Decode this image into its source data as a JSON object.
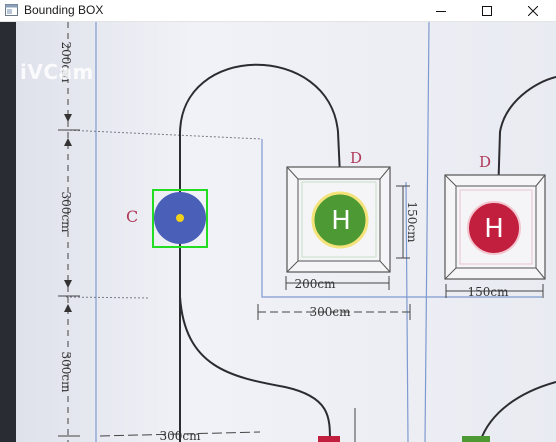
{
  "window": {
    "title": "Bounding BOX",
    "controls": [
      "minimize",
      "maximize",
      "close"
    ]
  },
  "camera": {
    "watermark": "iVCam",
    "detection": {
      "label": "C",
      "box_color": "#22dd22",
      "circle_color": "#4a5fb8",
      "center_marker_color": "#f2d21a"
    },
    "map": {
      "landing_pads": [
        {
          "label": "D",
          "pad_text": "H",
          "color": "#4d9a35"
        },
        {
          "label": "D",
          "pad_text": "H",
          "color": "#c21f3e"
        }
      ],
      "dimensions": {
        "vertical_top": "200cm",
        "vertical_mid": "300cm",
        "vertical_bottom": "300cm",
        "pad1_height": "150cm",
        "pad1_width": "200cm",
        "pad2_width": "150cm",
        "span_width": "300cm",
        "bottom_width": "300cm"
      }
    }
  }
}
